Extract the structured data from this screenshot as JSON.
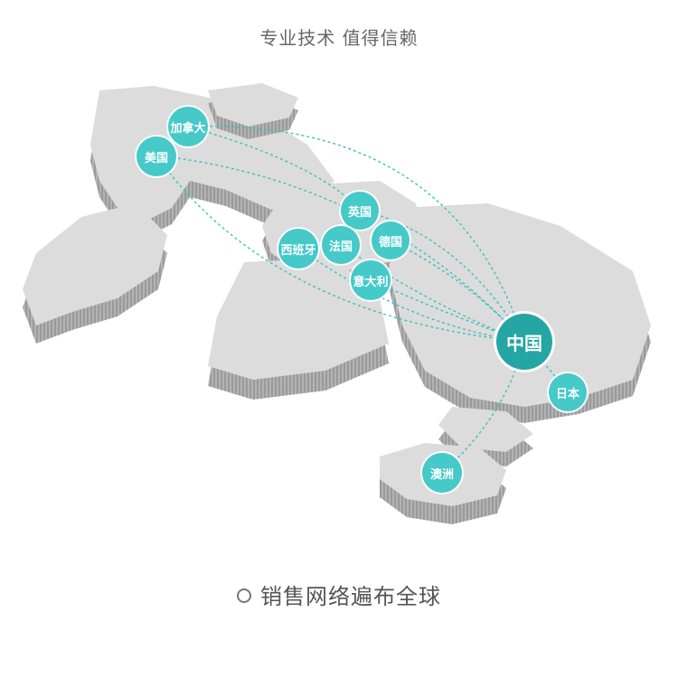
{
  "header": {
    "title": "专业技术 值得信赖"
  },
  "nodes": [
    {
      "label": "加拿大",
      "id": "canada"
    },
    {
      "label": "美国",
      "id": "usa"
    },
    {
      "label": "英国",
      "id": "uk"
    },
    {
      "label": "西班牙",
      "id": "spain"
    },
    {
      "label": "法国",
      "id": "france"
    },
    {
      "label": "德国",
      "id": "germany"
    },
    {
      "label": "意大利",
      "id": "italy"
    },
    {
      "label": "中国",
      "id": "china"
    },
    {
      "label": "日本",
      "id": "japan"
    },
    {
      "label": "澳洲",
      "id": "australia"
    }
  ],
  "footer": {
    "text": "销售网络遍布全球"
  },
  "colors": {
    "node": "#45c9c9",
    "hub": "#25a5a3",
    "route": "#3fbfbf",
    "land": "#d9d9d9",
    "land_side": "#a9a9a9"
  },
  "icons": {
    "footer_bullet": "circle-outline-icon"
  }
}
